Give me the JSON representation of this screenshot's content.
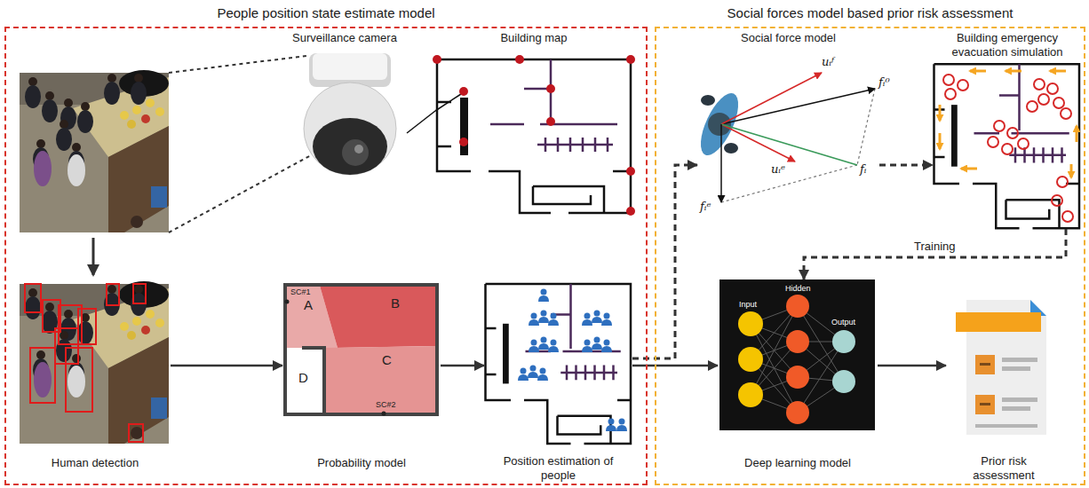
{
  "diagram": {
    "nodes": [
      {
        "text": [
          "People position state estimate model"
        ]
      },
      {
        "text": [
          "Social forces model based prior risk assessment"
        ]
      },
      {
        "text": [
          "Surveillance camera"
        ],
        "in": 0
      },
      {
        "text": [
          "Building map"
        ],
        "in": 0
      },
      {
        "text": [
          "Human detection"
        ],
        "in": 0
      },
      {
        "text": [
          "Probability model"
        ],
        "in": 0
      },
      {
        "text": [
          "Position estimation of people"
        ],
        "in": 0
      },
      {
        "text": [
          "Social force model"
        ],
        "in": 1
      },
      {
        "text": [
          "Building emergency evacuation simulation"
        ],
        "in": 1
      },
      {
        "text": [
          "Deep learning model"
        ],
        "in": 1
      },
      {
        "text": [
          "Prior risk assessment"
        ],
        "in": 1
      }
    ],
    "edges": [
      {
        "from": 2,
        "to": 3,
        "arrow": "none"
      },
      {
        "from": 4,
        "to": 5,
        "arrow": "to"
      },
      {
        "from": 5,
        "to": 6,
        "arrow": "to"
      },
      {
        "from": 6,
        "to": 7,
        "arrow": "to"
      },
      {
        "from": 6,
        "to": 9,
        "arrow": "to"
      },
      {
        "from": 7,
        "to": 8,
        "arrow": "to"
      },
      {
        "from": 8,
        "to": 9,
        "label": "Training",
        "arrow": "to"
      },
      {
        "from": 9,
        "to": 10,
        "arrow": "to"
      }
    ],
    "labels": [
      "SC#1",
      "A",
      "B",
      "C",
      "D",
      "SC#2",
      "uᵢᶠ",
      "fᵢ⁰",
      "uᵢᵉ",
      "fᵢ",
      "fᵢᵉ",
      "Input",
      "Hidden",
      "Output"
    ]
  }
}
